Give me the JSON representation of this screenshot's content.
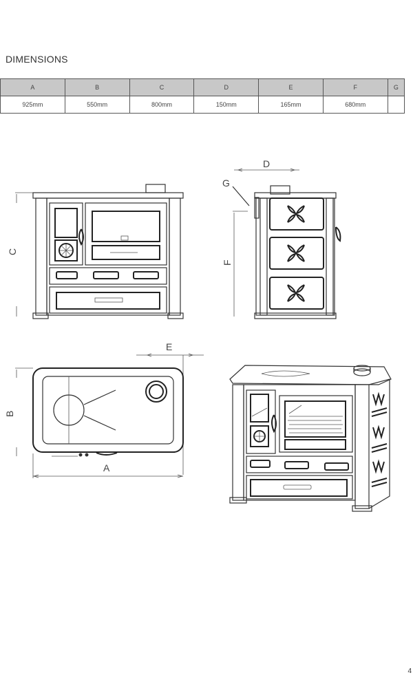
{
  "title": "DIMENSIONS",
  "table": {
    "headers": [
      "A",
      "B",
      "C",
      "D",
      "E",
      "F",
      "G"
    ],
    "values": [
      "925mm",
      "550mm",
      "800mm",
      "150mm",
      "165mm",
      "680mm",
      ""
    ]
  },
  "drawings": {
    "front_view": {
      "label_c": "C"
    },
    "side_view": {
      "label_d": "D",
      "label_g": "G",
      "label_f": "F"
    },
    "top_view": {
      "label_e": "E",
      "label_b": "B",
      "label_a": "A"
    },
    "perspective_view": {}
  },
  "page_number": "4"
}
